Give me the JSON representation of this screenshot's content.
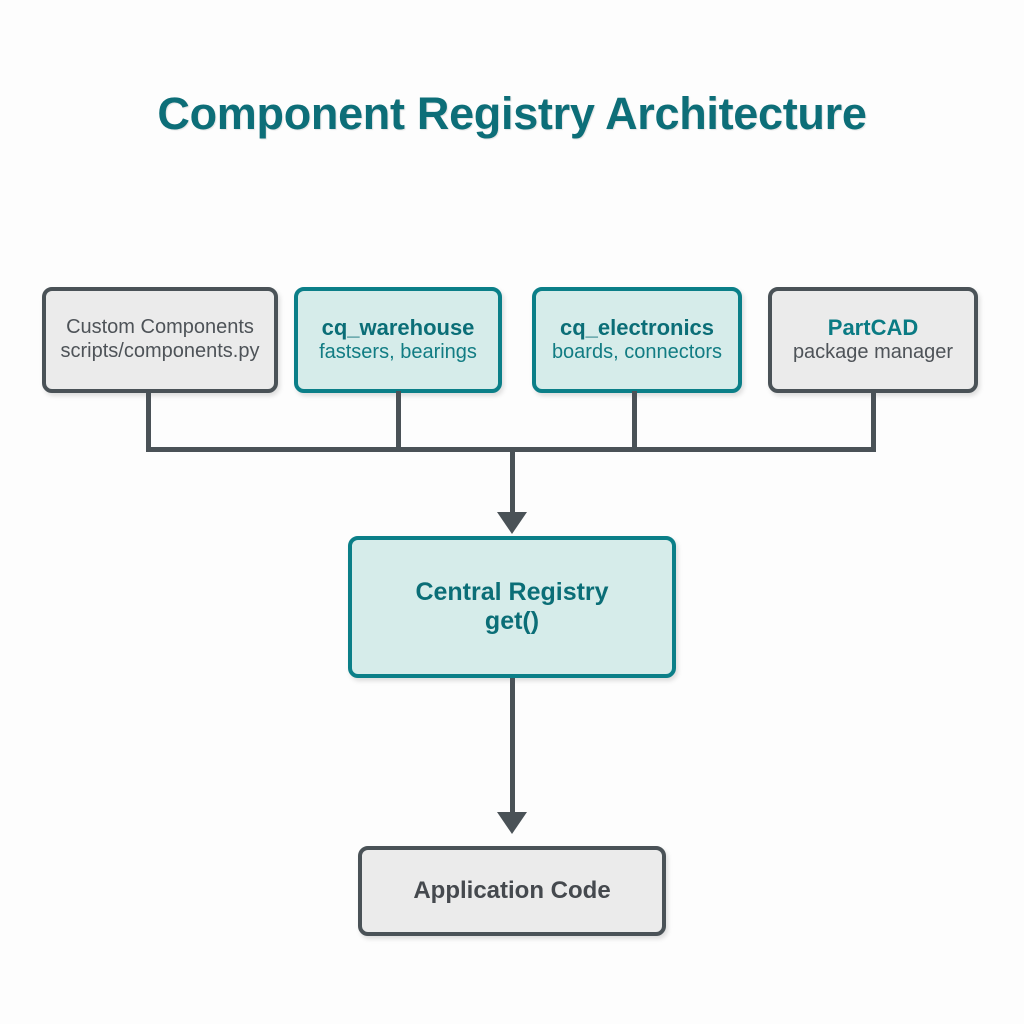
{
  "title": "Component Registry Architecture",
  "colors": {
    "background": "#fdfdfd",
    "title_teal": "#0d6e78",
    "accent_teal": "#0b7f88",
    "teal_fill": "#d6ecea",
    "gray_fill": "#ebebeb",
    "gray_stroke": "#4a5257",
    "connector": "#4a5257"
  },
  "sources": [
    {
      "id": "custom-components",
      "title": "Custom Components",
      "subtitle": "scripts/components.py",
      "style": "gray"
    },
    {
      "id": "cq-warehouse",
      "title": "cq_warehouse",
      "subtitle": "fastsers, bearings",
      "style": "teal"
    },
    {
      "id": "cq-electronics",
      "title": "cq_electronics",
      "subtitle": "boards, connectors",
      "style": "teal"
    },
    {
      "id": "partcad",
      "title": "PartCAD",
      "subtitle": "package manager",
      "style": "gray-accent-title"
    }
  ],
  "registry": {
    "title": "Central Registry",
    "subtitle": "get()"
  },
  "consumer": {
    "title": "Application Code"
  },
  "connectors": {
    "bus_label": "",
    "arrow_sources_to_registry": "",
    "arrow_registry_to_application": ""
  }
}
